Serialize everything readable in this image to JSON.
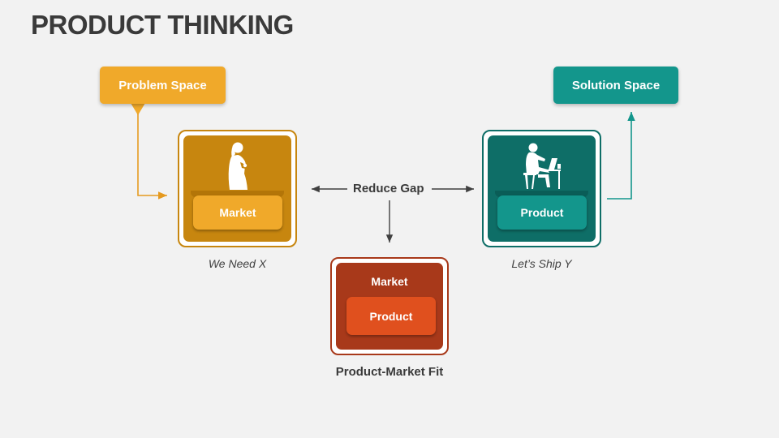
{
  "title": "PRODUCT THINKING",
  "problem_space": {
    "label": "Problem Space",
    "color": "#f0a92a"
  },
  "solution_space": {
    "label": "Solution Space",
    "color": "#13968c"
  },
  "left_card": {
    "pocket_label": "Market",
    "caption": "We Need X",
    "icon": "woman-thinking-icon",
    "color": "#c7860f"
  },
  "right_card": {
    "pocket_label": "Product",
    "caption": "Let’s Ship Y",
    "icon": "person-at-laptop-icon",
    "color": "#0e6e67"
  },
  "center": {
    "label": "Reduce Gap"
  },
  "fit_card": {
    "top_label": "Market",
    "inner_label": "Product",
    "caption": "Product-Market Fit",
    "color": "#a8391a"
  }
}
